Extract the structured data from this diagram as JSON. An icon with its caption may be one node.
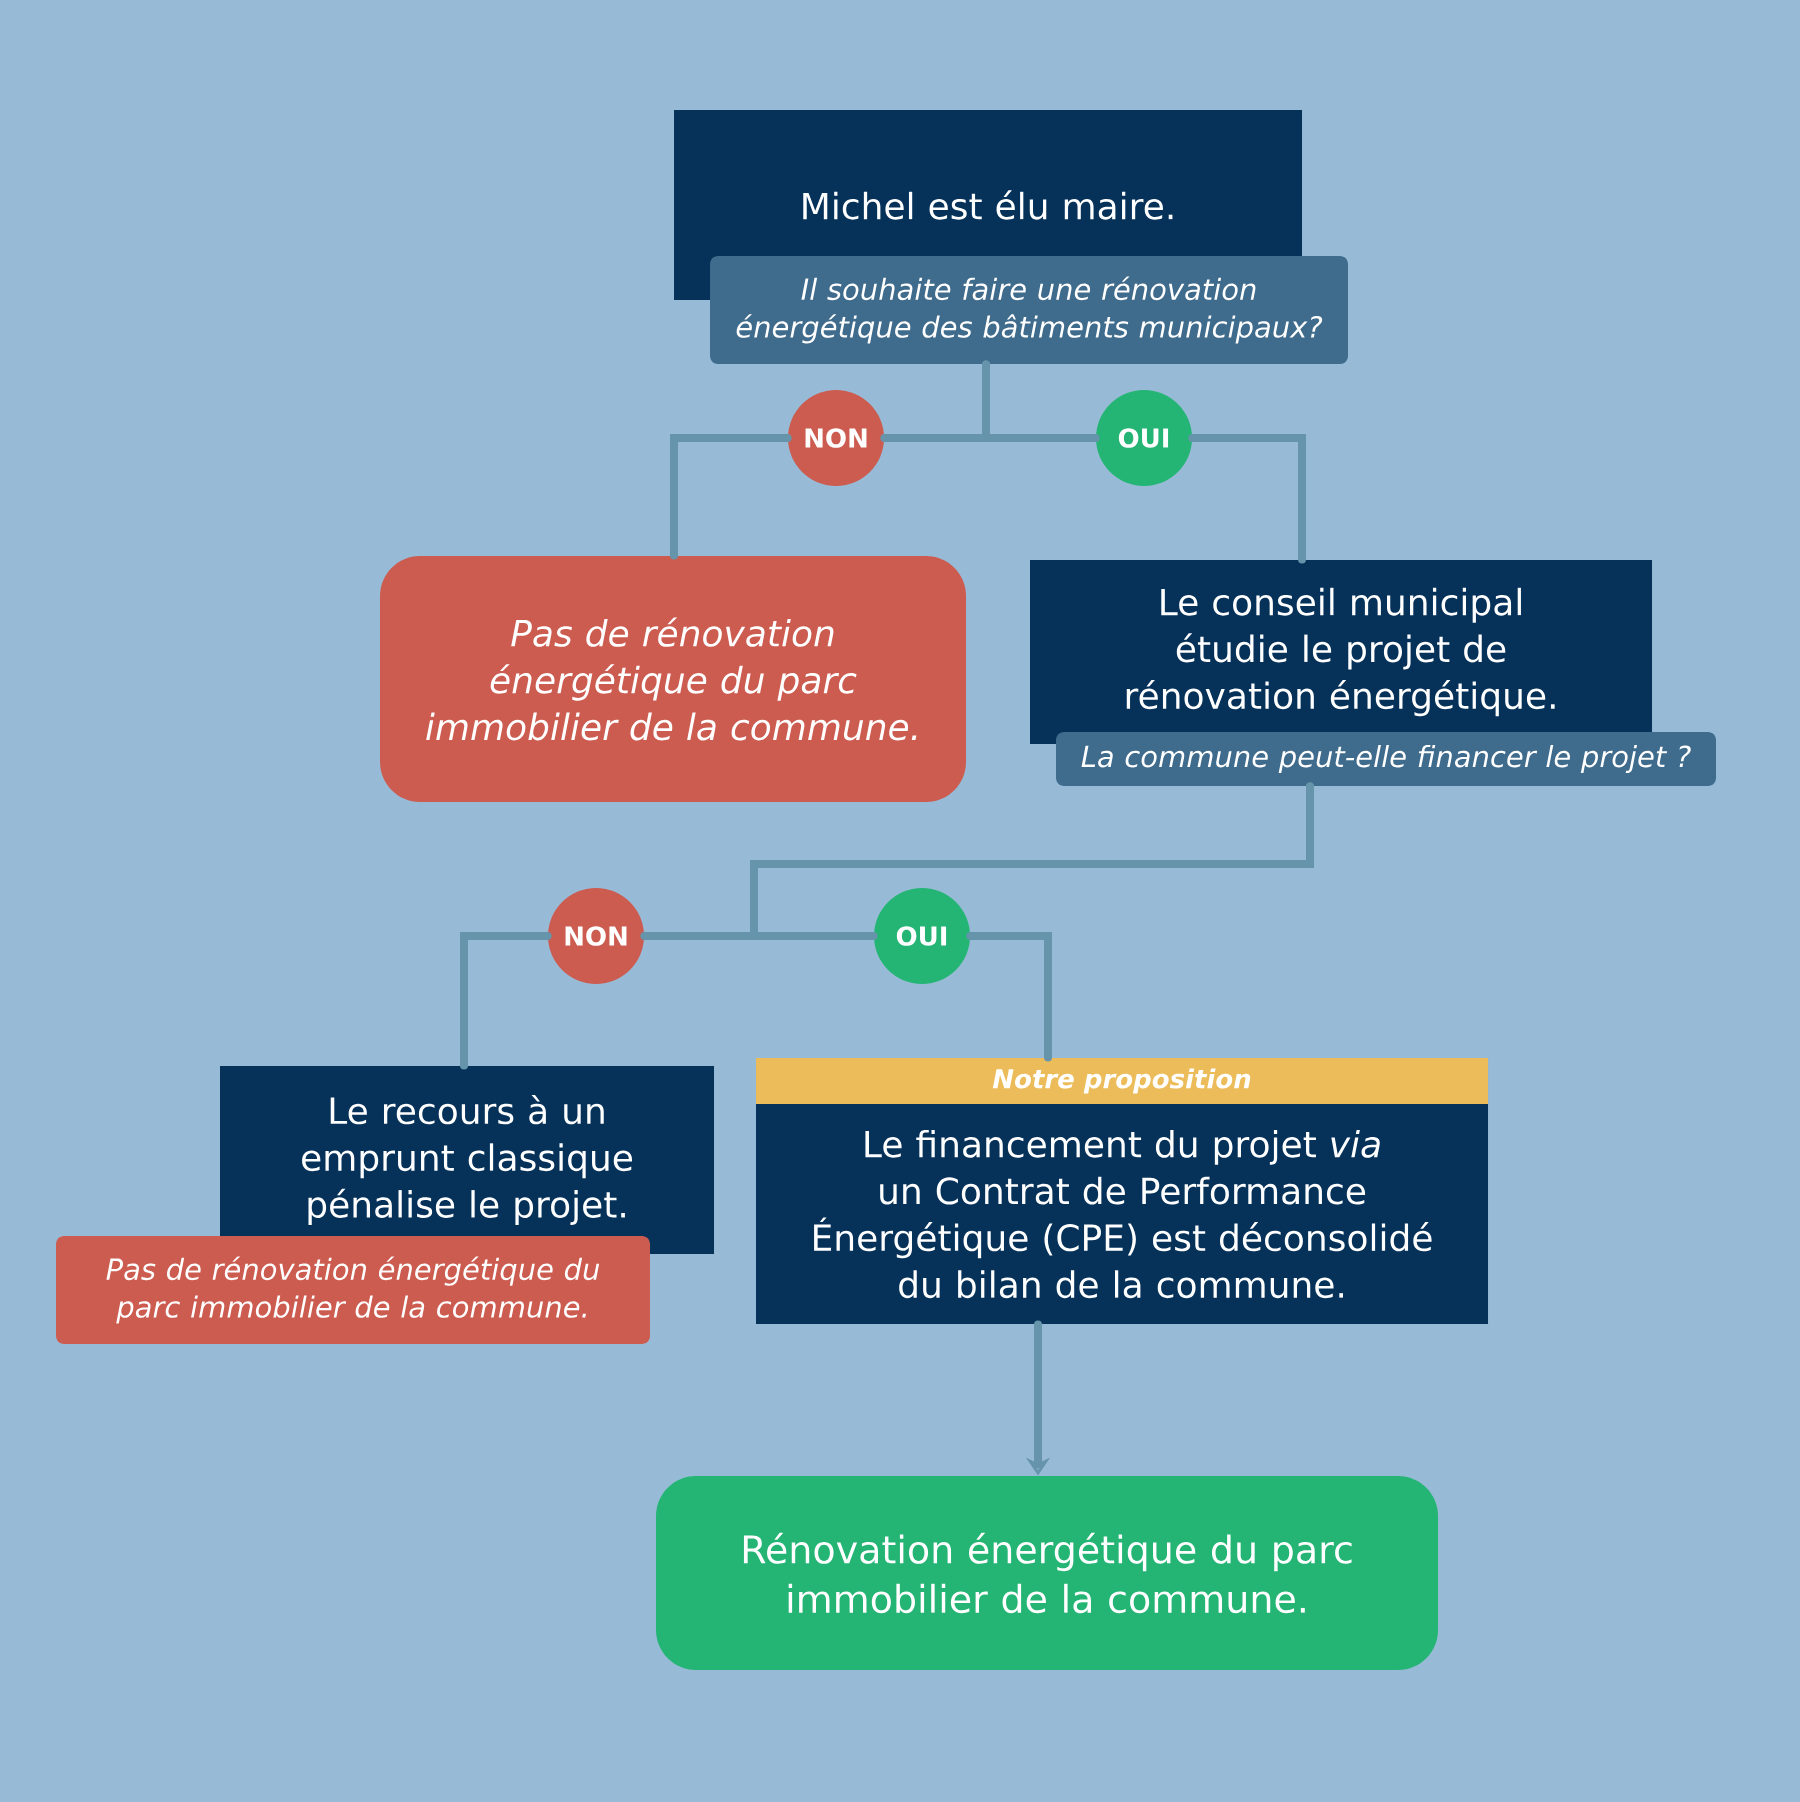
{
  "diagram": {
    "nodes": [
      {
        "text": [
          "Michel est élu maire."
        ]
      },
      {
        "text": [
          "Il souhaite faire une rénovation énergétique des bâtiments municipaux?"
        ]
      },
      {
        "text": [
          "NON"
        ]
      },
      {
        "text": [
          "OUI"
        ]
      },
      {
        "text": [
          "Pas de rénovation énergétique du parc immobilier de la commune."
        ]
      },
      {
        "text": [
          "Le conseil municipal étudie le projet de rénovation énergétique."
        ]
      },
      {
        "text": [
          "La commune peut-elle financer le projet ?"
        ]
      },
      {
        "text": [
          "NON"
        ]
      },
      {
        "text": [
          "OUI"
        ]
      },
      {
        "text": [
          "Le recours à un emprunt classique pénalise le projet."
        ]
      },
      {
        "text": [
          "Pas de rénovation énergétique du parc immobilier de la commune."
        ]
      },
      {
        "text": [
          "Notre proposition",
          "Le financement du projet *via* un Contrat de Performance Énergétique (CPE) est déconsolidé du bilan de la commune."
        ]
      },
      {
        "text": [
          "Rénovation énergétique du parc immobilier de la commune."
        ]
      }
    ],
    "edges": [
      {
        "from": 1,
        "to": 2,
        "arrow": "none"
      },
      {
        "from": 1,
        "to": 3,
        "arrow": "none"
      },
      {
        "from": 2,
        "to": 4,
        "arrow": "none"
      },
      {
        "from": 3,
        "to": 5,
        "arrow": "none"
      },
      {
        "from": 6,
        "to": 7,
        "arrow": "none"
      },
      {
        "from": 6,
        "to": 8,
        "arrow": "none"
      },
      {
        "from": 7,
        "to": 9,
        "arrow": "none"
      },
      {
        "from": 8,
        "to": 11,
        "arrow": "none"
      },
      {
        "from": 11,
        "to": 12,
        "arrow": "to"
      }
    ]
  }
}
